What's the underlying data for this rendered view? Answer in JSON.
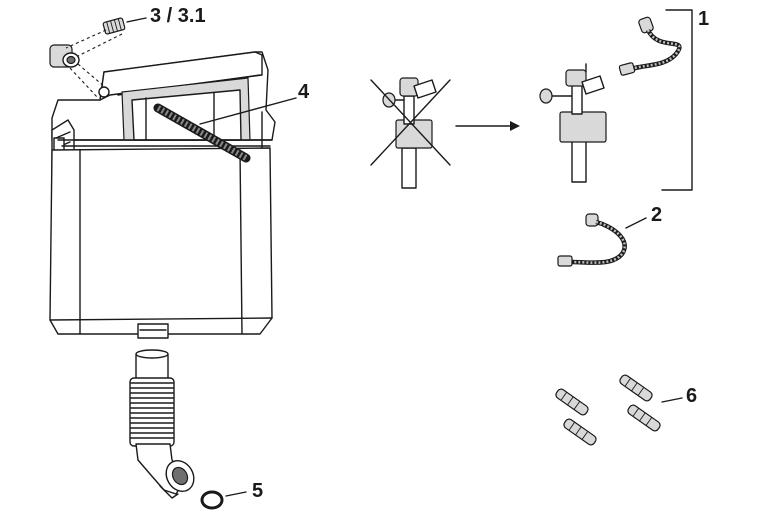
{
  "labels": {
    "part_1": "1",
    "part_2": "2",
    "part_3": "3 / 3.1",
    "part_4": "4",
    "part_5": "5",
    "part_6": "6"
  }
}
